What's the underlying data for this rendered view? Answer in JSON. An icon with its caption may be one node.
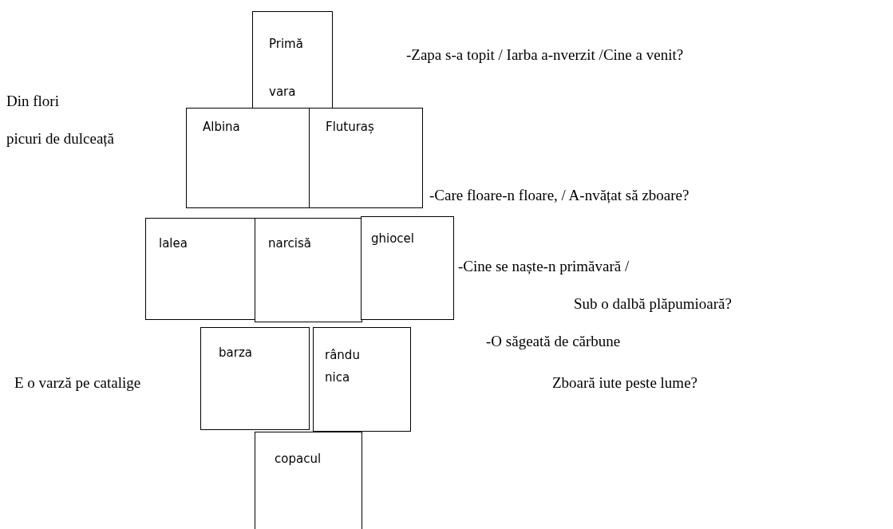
{
  "diagram": {
    "nodes": [
      {
        "text": [
          "Primă vara"
        ]
      },
      {
        "text": [
          "Albina"
        ]
      },
      {
        "text": [
          "Fluturaș"
        ]
      },
      {
        "text": [
          "lalea"
        ]
      },
      {
        "text": [
          "narcisă"
        ]
      },
      {
        "text": [
          "ghiocel"
        ]
      },
      {
        "text": [
          "barza"
        ]
      },
      {
        "text": [
          "rându nica"
        ]
      },
      {
        "text": [
          "copacul"
        ]
      }
    ],
    "edges": [],
    "labels": [
      "-Zapa s-a topit /  Iarba a-nverzit /Cine a venit?",
      "Din flori",
      "picuri de dulceață",
      "-Care floare-n floare, / A-nvățat să zboare?",
      "-Cine se naște-n primăvară /",
      "Sub o dalbă plăpumioară?",
      "-O săgeată de cărbune",
      "E o varză pe catalige",
      "Zboară iute peste lume?"
    ]
  }
}
